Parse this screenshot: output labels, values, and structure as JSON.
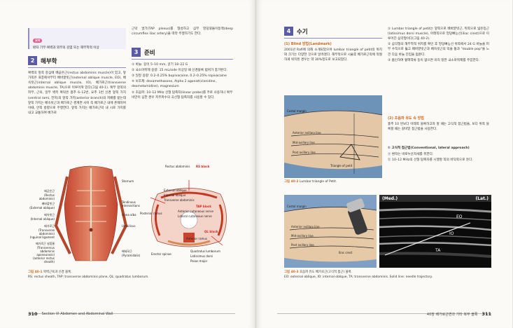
{
  "left_page": {
    "key_box": {
      "tag": "요약",
      "text": "환자 기부·복벽과 외부의 감염 또는 해부학적 이상"
    },
    "anatomy": {
      "num": "2",
      "title": "해부학",
      "paragraphs": [
        "복벽의 앞쪽 중심에 배곧은근(rectus abdominis muscle)이 있고, 앞가쪽은 표층에서부터 배바깥빗근(external oblique muscle, EO), 배속빗근(internal oblique muscle, IO), 배가로근(transverse abdominis muscle, TA)으로 이루어져 있다(그림 40-1). 복부 앞쪽의 피부, 근육, 일부 벽측 복막은 흉추 6–12번, 요추 1번 신경 앞쪽 가지(ventral rami, 전지)의 앞쪽 가지(anterior branch)의 지배를 받는데 앞쪽 가지는 배속빗근과 배가로근 경계면 사이 즉 배가로근 내에 존재하며 이때, 안쪽 방향으로 주행한다. 앞쪽 가지는 배가로근막 내 시로 가지를 내고 교통하여 배가로"
      ]
    },
    "anatomy_cont": "근막 얼기(TAP plexus)를 형성하고 심부 엉덩휘돌이동맥(deep circumflex iliac artery)을 따라 주행하기도 한다.",
    "prep": {
      "num": "3",
      "title": "준비",
      "items": [
        "① 바늘: 길이 5–10 mm, 굵기 18–22 G",
        "② 국소마취제 용량: 15 mL/side 이상일 때 신경블록 범위가 충가된다.",
        "③ 일정 용량: 0.2–0.25% bupivacaine, 0.2–0.25% ropivacaine",
        "④ 보조제: dexamethasone, Alpha 2 agonist(clonidine, dexmetomidine), magnesium",
        "⑤ 초음파: 10–12 MHz 선형 탐촉자(linear probe)를 주로 사용하나 복부비만이 심한 경우 저주파수의 곡선형 탐촉자를 사용할 수 있다."
      ]
    },
    "figure1": {
      "labels_left": [
        "배곧은근\n(Rectus abdominis)",
        "배바깥빗근\n(External oblique)",
        "배속빗근\n(Internal oblique)",
        "배가로근\n(Transverse abdominis)",
        "Inguinal ligament",
        "배가로근 널힘줄\n(Transversus abdominis\naponeurosis)\n(anterior rectus sheath)"
      ],
      "labels_mid": [
        "Sternum",
        "Tendinous\nintersections",
        "Linea alba",
        "Umbilicus",
        "배세모근\n(Pyramidalis)"
      ],
      "labels_right": [
        "Rectus abdominis",
        "RS block",
        "External oblique",
        "Internal oblique",
        "Transverse abdominis",
        "Posterior ramus",
        "TAP block",
        "Anterior cutaneous nerve",
        "Lateral cutaneous nerve",
        "QL block",
        "Erector spinae",
        "Quadratus lumborum",
        "Latissimus dorsi",
        "Psoas major",
        "Anterior ramus"
      ],
      "caption_tag": "그림 40-1",
      "caption": "복벽근육과 신경 블록.",
      "caption2": "RS: rectus sheath, TAP: transverse abdominis plane, QL: quadratus lumborum."
    },
    "footer": {
      "page_number": "310",
      "section": "Section VI  Abdomen and Abdominal Wall"
    }
  },
  "right_page": {
    "procedure": {
      "num": "4",
      "title": "수기",
      "blind_title": "(1) Blind 방법(Landmark)",
      "blind_text": "2001년 Rafi에 의해 소개되었으며 lumbar triangle of petit의 위치와 크기는 다양한 것으로 알려졌다. 해부적으로 시술후 배가로근막에 적절하게 위치된 경우는 약 30%정도로 보고되었다."
    },
    "figure2": {
      "labels": [
        "Costal margin",
        "Anterior axillary line",
        "Mid-axillary line",
        "Post axillary line",
        "Triangle of petit"
      ],
      "caption_tag": "그림 40-2",
      "caption": "Lumbar triangle of Petit."
    },
    "right_column": {
      "items": [
        "① Lumbar triangle of petit는 앞쪽으로 배바깥빗근, 뒤쪽으로 넓은등근(latissimus dorsi muscle), 아래쪽으로 엉덩뼈능선(iliac crest)으로 이루어진 삼각형이다(그림 40-2).",
        "② 삼각형의 해부학적 위치를 확인 후 엉덩뼈능선 위쪽에서 24 G 바늘을 피부 수직으로 뚫고 배바깥빗근과 배속빗근의 막을 통과 \"double pop\"을 느낀 다음 바늘 진입을 멈춘다.",
        "③ 흡인하여 혈액역류 등이 없으면 미리 정한 국소마취제를 주입한다."
      ],
      "us_title": "(2) 초음파 유도 속 방법",
      "us_text": "흉추 10 번보다 아래쪽 블록하고자 할 때는 고식적 접근법을, 보다 위쪽 블록할 때는 갈비밑 접근법을 사용한다.",
      "approach_title": "① 고식적 접근법(Conventional, lateral approach)",
      "approach_items": [
        "ⓐ 환자는 바로누운자세를 취한다.",
        "ⓑ 10–12 MHz의 선형 탐촉자를 시행할 쪽의 바닥쪽으로 둔다."
      ]
    },
    "figure3": {
      "photo_labels": [
        "Costal margin",
        "Anterior axillary line",
        "Mid-axillary line",
        "Post axillary line",
        "Iliac crest"
      ],
      "us_labels": {
        "med": "(Med.)",
        "lat": "(Lat.)",
        "eo": "EO",
        "io": "IO",
        "ta": "TA"
      },
      "caption_tag": "그림 40-3",
      "caption": "초음파 유도 배가로근(고식적 접근) 블록.",
      "caption2": "EO: external oblique, IO: internal oblique, TA: transverse abdominis. Solid line: needle trajectory."
    },
    "footer": {
      "chapter": "40장  배가로근면과 기타 복부 블록",
      "page_number": "311"
    }
  },
  "colors": {
    "accent": "#5b5aa6",
    "orange": "#d2691e",
    "pink": "#e85a8a"
  }
}
